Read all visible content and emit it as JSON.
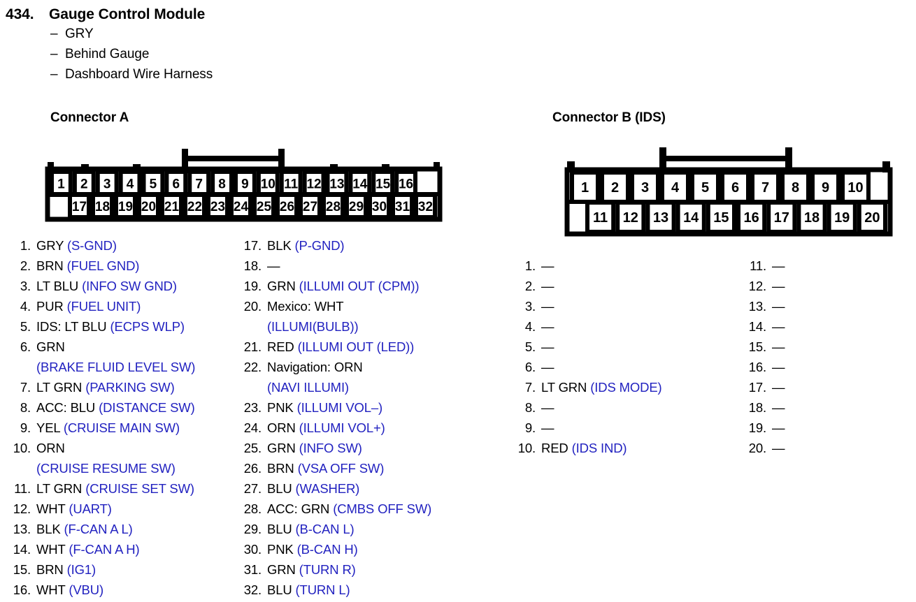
{
  "title": {
    "number": "434.",
    "name": "Gauge Control Module",
    "bullets": [
      {
        "dash": "–",
        "text": "GRY"
      },
      {
        "dash": "–",
        "text": "Behind Gauge"
      },
      {
        "dash": "–",
        "text": "Dashboard Wire Harness"
      }
    ]
  },
  "colors": {
    "signal_blue": "#2222c0",
    "text_black": "#000000",
    "background": "#ffffff"
  },
  "connector_a": {
    "heading": "Connector A",
    "top_row_pins": [
      "1",
      "2",
      "3",
      "4",
      "5",
      "6",
      "7",
      "8",
      "9",
      "10",
      "11",
      "12",
      "13",
      "14",
      "15",
      "16"
    ],
    "bottom_row_pins": [
      "17",
      "18",
      "19",
      "20",
      "21",
      "22",
      "23",
      "24",
      "25",
      "26",
      "27",
      "28",
      "29",
      "30",
      "31",
      "32"
    ],
    "latch_span": {
      "from_pin": "7",
      "to_pin": "10"
    },
    "pins": [
      {
        "num": "1.",
        "prefix": "",
        "wire": "GRY",
        "signal": "(S-GND)",
        "wrap": false
      },
      {
        "num": "2.",
        "prefix": "",
        "wire": "BRN",
        "signal": "(FUEL GND)",
        "wrap": false
      },
      {
        "num": "3.",
        "prefix": "",
        "wire": "LT BLU",
        "signal": "(INFO SW GND)",
        "wrap": false
      },
      {
        "num": "4.",
        "prefix": "",
        "wire": "PUR",
        "signal": "(FUEL UNIT)",
        "wrap": false
      },
      {
        "num": "5.",
        "prefix": "IDS: ",
        "wire": "LT BLU",
        "signal": "(ECPS WLP)",
        "wrap": false
      },
      {
        "num": "6.",
        "prefix": "",
        "wire": "GRN",
        "signal": "(BRAKE FLUID LEVEL SW)",
        "wrap": true
      },
      {
        "num": "7.",
        "prefix": "",
        "wire": "LT GRN",
        "signal": "(PARKING SW)",
        "wrap": false
      },
      {
        "num": "8.",
        "prefix": "ACC: ",
        "wire": "BLU",
        "signal": "(DISTANCE SW)",
        "wrap": false
      },
      {
        "num": "9.",
        "prefix": "",
        "wire": "YEL",
        "signal": "(CRUISE MAIN SW)",
        "wrap": false
      },
      {
        "num": "10.",
        "prefix": "",
        "wire": "ORN",
        "signal": "(CRUISE RESUME SW)",
        "wrap": true
      },
      {
        "num": "11.",
        "prefix": "",
        "wire": "LT GRN",
        "signal": "(CRUISE SET SW)",
        "wrap": false
      },
      {
        "num": "12.",
        "prefix": "",
        "wire": "WHT",
        "signal": "(UART)",
        "wrap": false
      },
      {
        "num": "13.",
        "prefix": "",
        "wire": "BLK",
        "signal": "(F-CAN A L)",
        "wrap": false
      },
      {
        "num": "14.",
        "prefix": "",
        "wire": "WHT",
        "signal": "(F-CAN A H)",
        "wrap": false
      },
      {
        "num": "15.",
        "prefix": "",
        "wire": "BRN",
        "signal": "(IG1)",
        "wrap": false
      },
      {
        "num": "16.",
        "prefix": "",
        "wire": "WHT",
        "signal": "(VBU)",
        "wrap": false
      },
      {
        "num": "17.",
        "prefix": "",
        "wire": "BLK",
        "signal": "(P-GND)",
        "wrap": false
      },
      {
        "num": "18.",
        "prefix": "",
        "wire": "—",
        "signal": "",
        "wrap": false
      },
      {
        "num": "19.",
        "prefix": "",
        "wire": "GRN",
        "signal": "(ILLUMI OUT (CPM))",
        "wrap": false
      },
      {
        "num": "20.",
        "prefix": "Mexico: ",
        "wire": "WHT",
        "signal": "(ILLUMI(BULB))",
        "wrap": true
      },
      {
        "num": "21.",
        "prefix": "",
        "wire": "RED",
        "signal": "(ILLUMI OUT (LED))",
        "wrap": false
      },
      {
        "num": "22.",
        "prefix": "Navigation: ",
        "wire": "ORN",
        "signal": "(NAVI ILLUMI)",
        "wrap": true
      },
      {
        "num": "23.",
        "prefix": "",
        "wire": "PNK",
        "signal": "(ILLUMI VOL–)",
        "wrap": false
      },
      {
        "num": "24.",
        "prefix": "",
        "wire": "ORN",
        "signal": "(ILLUMI VOL+)",
        "wrap": false
      },
      {
        "num": "25.",
        "prefix": "",
        "wire": "GRN",
        "signal": "(INFO SW)",
        "wrap": false
      },
      {
        "num": "26.",
        "prefix": "",
        "wire": "BRN",
        "signal": "(VSA OFF SW)",
        "wrap": false
      },
      {
        "num": "27.",
        "prefix": "",
        "wire": "BLU",
        "signal": "(WASHER)",
        "wrap": false
      },
      {
        "num": "28.",
        "prefix": "ACC: ",
        "wire": "GRN",
        "signal": "(CMBS OFF SW)",
        "wrap": false
      },
      {
        "num": "29.",
        "prefix": "",
        "wire": "BLU",
        "signal": "(B-CAN L)",
        "wrap": false
      },
      {
        "num": "30.",
        "prefix": "",
        "wire": "PNK",
        "signal": "(B-CAN H)",
        "wrap": false
      },
      {
        "num": "31.",
        "prefix": "",
        "wire": "GRN",
        "signal": "(TURN R)",
        "wrap": false
      },
      {
        "num": "32.",
        "prefix": "",
        "wire": "BLU",
        "signal": "(TURN L)",
        "wrap": false
      }
    ]
  },
  "connector_b": {
    "heading": "Connector B (IDS)",
    "top_row_pins": [
      "1",
      "2",
      "3",
      "4",
      "5",
      "6",
      "7",
      "8",
      "9",
      "10"
    ],
    "bottom_row_pins": [
      "11",
      "12",
      "13",
      "14",
      "15",
      "16",
      "17",
      "18",
      "19",
      "20"
    ],
    "latch_span": {
      "from_pin": "4",
      "to_pin": "7"
    },
    "pins": [
      {
        "num": "1.",
        "prefix": "",
        "wire": "—",
        "signal": "",
        "wrap": false
      },
      {
        "num": "2.",
        "prefix": "",
        "wire": "—",
        "signal": "",
        "wrap": false
      },
      {
        "num": "3.",
        "prefix": "",
        "wire": "—",
        "signal": "",
        "wrap": false
      },
      {
        "num": "4.",
        "prefix": "",
        "wire": "—",
        "signal": "",
        "wrap": false
      },
      {
        "num": "5.",
        "prefix": "",
        "wire": "—",
        "signal": "",
        "wrap": false
      },
      {
        "num": "6.",
        "prefix": "",
        "wire": "—",
        "signal": "",
        "wrap": false
      },
      {
        "num": "7.",
        "prefix": "",
        "wire": "LT GRN",
        "signal": "(IDS MODE)",
        "wrap": false
      },
      {
        "num": "8.",
        "prefix": "",
        "wire": "—",
        "signal": "",
        "wrap": false
      },
      {
        "num": "9.",
        "prefix": "",
        "wire": "—",
        "signal": "",
        "wrap": false
      },
      {
        "num": "10.",
        "prefix": "",
        "wire": "RED",
        "signal": "(IDS IND)",
        "wrap": false
      },
      {
        "num": "11.",
        "prefix": "",
        "wire": "—",
        "signal": "",
        "wrap": false
      },
      {
        "num": "12.",
        "prefix": "",
        "wire": "—",
        "signal": "",
        "wrap": false
      },
      {
        "num": "13.",
        "prefix": "",
        "wire": "—",
        "signal": "",
        "wrap": false
      },
      {
        "num": "14.",
        "prefix": "",
        "wire": "—",
        "signal": "",
        "wrap": false
      },
      {
        "num": "15.",
        "prefix": "",
        "wire": "—",
        "signal": "",
        "wrap": false
      },
      {
        "num": "16.",
        "prefix": "",
        "wire": "—",
        "signal": "",
        "wrap": false
      },
      {
        "num": "17.",
        "prefix": "",
        "wire": "—",
        "signal": "",
        "wrap": false
      },
      {
        "num": "18.",
        "prefix": "",
        "wire": "—",
        "signal": "",
        "wrap": false
      },
      {
        "num": "19.",
        "prefix": "",
        "wire": "—",
        "signal": "",
        "wrap": false
      },
      {
        "num": "20.",
        "prefix": "",
        "wire": "—",
        "signal": "",
        "wrap": false
      }
    ]
  }
}
